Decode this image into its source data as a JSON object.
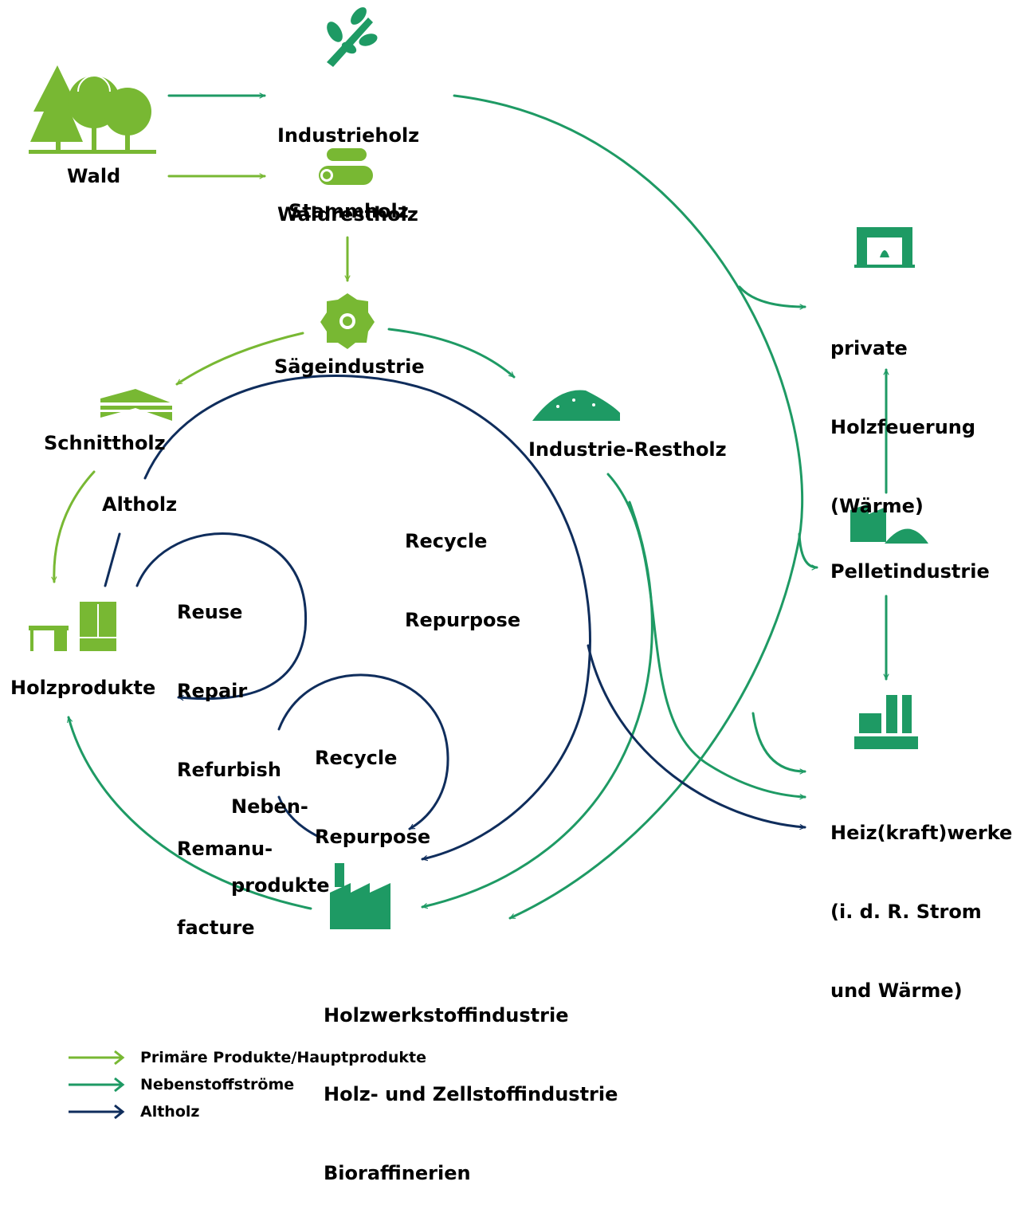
{
  "colors": {
    "primary": "#78b833",
    "secondary": "#1e9a64",
    "waste": "#0f2d5c"
  },
  "nodes": {
    "wald": "Wald",
    "industrieholz": [
      "Industrieholz",
      "Waldrestholz"
    ],
    "stammholz": "Stammholz",
    "saegeindustrie": "Sägeindustrie",
    "schnittholz": "Schnittholz",
    "industrie_restholz": "Industrie-Restholz",
    "holzprodukte": "Holzprodukte",
    "private_holzfeuerung": [
      "private",
      "Holzfeuerung",
      "(Wärme)"
    ],
    "pelletindustrie": "Pelletindustrie",
    "heizkraftwerke": [
      "Heiz(kraft)werke",
      "(i. d. R. Strom",
      "und Wärme)"
    ],
    "holzwerkstoff": [
      "Holzwerkstoffindustrie",
      "Holz- und Zellstoffindustrie",
      "Bioraffinerien"
    ]
  },
  "flow_labels": {
    "altholz": "Altholz",
    "recycle_outer": [
      "Recycle",
      "Repurpose"
    ],
    "reuse": [
      "Reuse",
      "Repair",
      "Refurbish",
      "Remanu-",
      "facture"
    ],
    "recycle_inner": [
      "Recycle",
      "Repurpose"
    ],
    "nebenprodukte": [
      "Neben-",
      "produkte"
    ]
  },
  "icons": [
    "forest-icon",
    "branch-icon",
    "logs-icon",
    "saw-blade-icon",
    "lumber-icon",
    "wood-chips-icon",
    "furniture-icon",
    "factory-icon",
    "fireplace-icon",
    "pellet-plant-icon",
    "power-plant-icon"
  ],
  "legend": [
    {
      "label": "Primäre Produkte/Hauptprodukte",
      "color": "#78b833"
    },
    {
      "label": "Nebenstoffströme",
      "color": "#1e9a64"
    },
    {
      "label": "Altholz",
      "color": "#0f2d5c"
    }
  ]
}
